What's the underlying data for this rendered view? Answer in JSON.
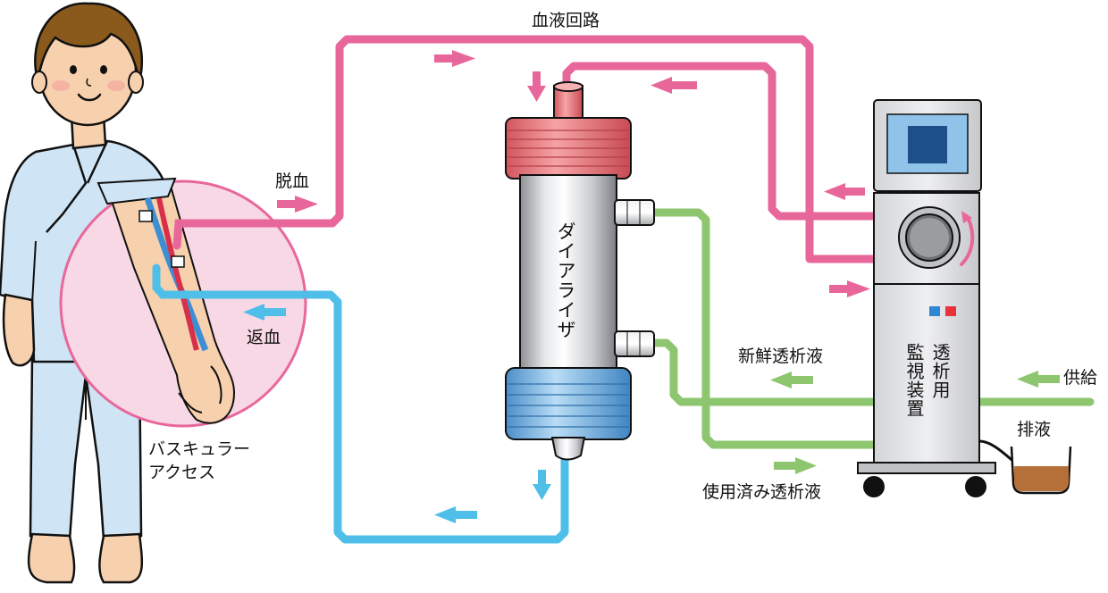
{
  "labels": {
    "blood_circuit": "血液回路",
    "blood_removal": "脱血",
    "blood_return": "返血",
    "vascular_access_line1": "バスキュラー",
    "vascular_access_line2": "アクセス",
    "dialyzer": "ダイアライザ",
    "fresh_dialysate": "新鮮透析液",
    "used_dialysate": "使用済み透析液",
    "supply": "供給",
    "drain": "排液",
    "dialysis_machine_col1": "透析用",
    "dialysis_machine_col2": "監視装置"
  },
  "colors": {
    "arterial_line": "#e8679b",
    "venous_line": "#4fbfea",
    "dialysate_line": "#8dc66e",
    "drain_liquid": "#b5703a",
    "indicator_blue": "#2e86d6",
    "indicator_red": "#e8323c"
  }
}
